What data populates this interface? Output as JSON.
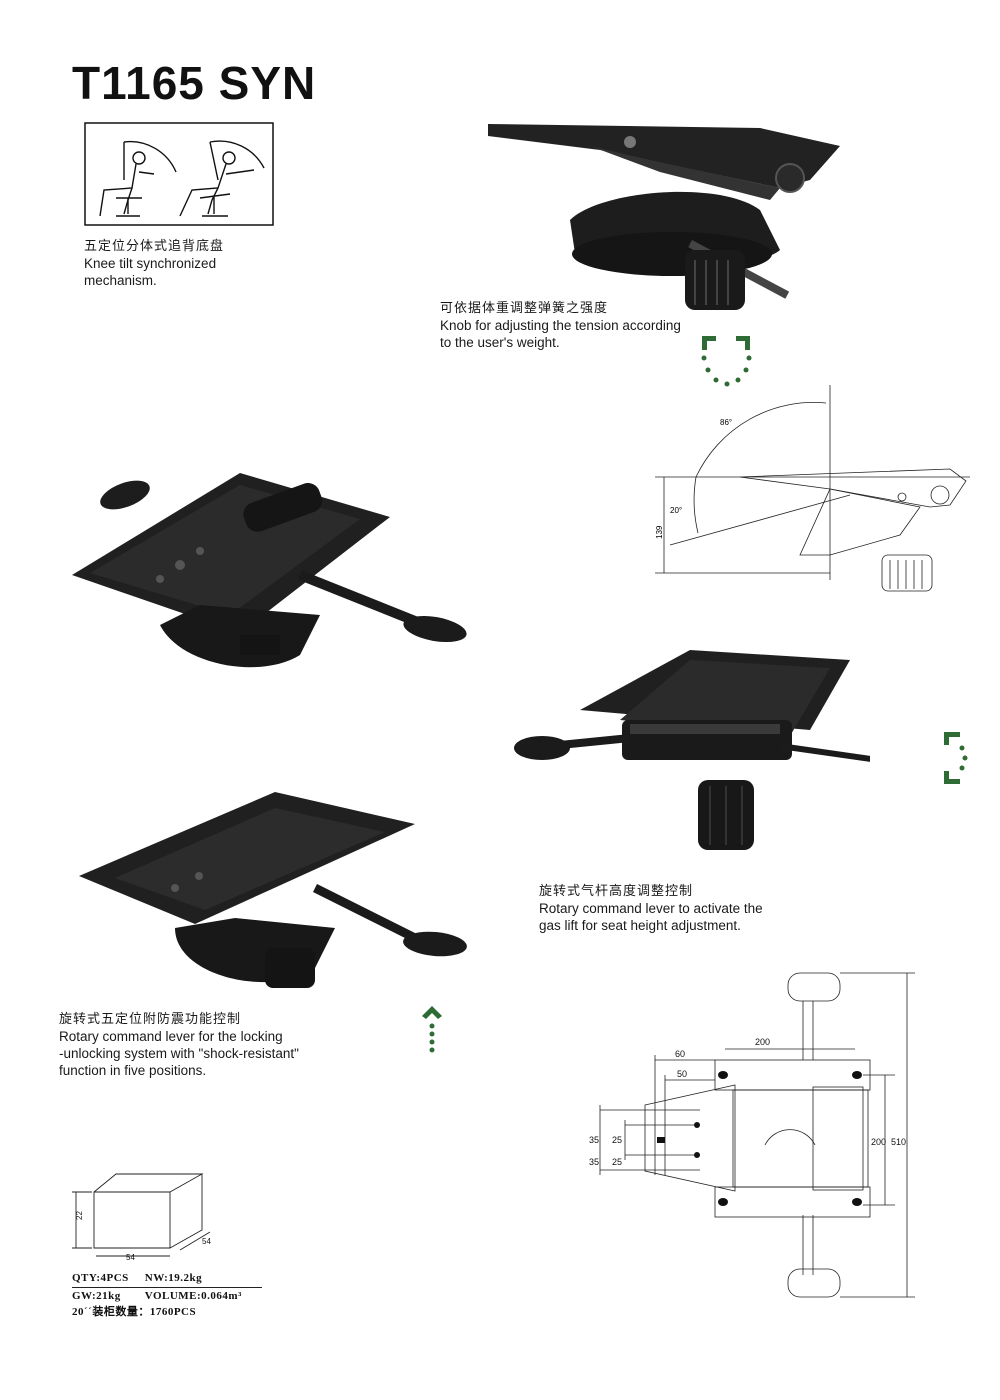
{
  "header": {
    "title": "T1165 SYN"
  },
  "captions": {
    "knee_tilt": {
      "zh": "五定位分体式追背底盘",
      "en1": "Knee tilt synchronized",
      "en2": "mechanism."
    },
    "knob": {
      "zh": "可依据体重调整弹簧之强度",
      "en1": "Knob for adjusting the tension according",
      "en2": "to the user's weight."
    },
    "gas_lift": {
      "zh": "旋转式气杆高度调整控制",
      "en1": "Rotary command lever to activate the",
      "en2": "gas lift for seat height adjustment."
    },
    "locking": {
      "zh": "旋转式五定位附防震功能控制",
      "en1": "Rotary command lever for the locking",
      "en2": "-unlocking system with \"shock-resistant\"",
      "en3": "function in five positions."
    }
  },
  "tilt_diagram": {
    "angle_top": "86°",
    "angle_low": "20°",
    "height": "139"
  },
  "dimension_drawing": {
    "d200_top": "200",
    "d60": "60",
    "d50": "50",
    "d35a": "35",
    "d35b": "35",
    "d25a": "25",
    "d25b": "25",
    "d200_side": "200",
    "d510": "510"
  },
  "package": {
    "height": "22",
    "width": "54",
    "depth": "54",
    "qty": "QTY:4PCS",
    "nw": "NW:19.2kg",
    "gw": "GW:21kg",
    "volume": "VOLUME:0.064m³",
    "container": "20´´装柜数量：1760PCS"
  },
  "colors": {
    "accent_green": "#2f6b35",
    "ink": "#111111",
    "metal": "#1b1b1b"
  }
}
